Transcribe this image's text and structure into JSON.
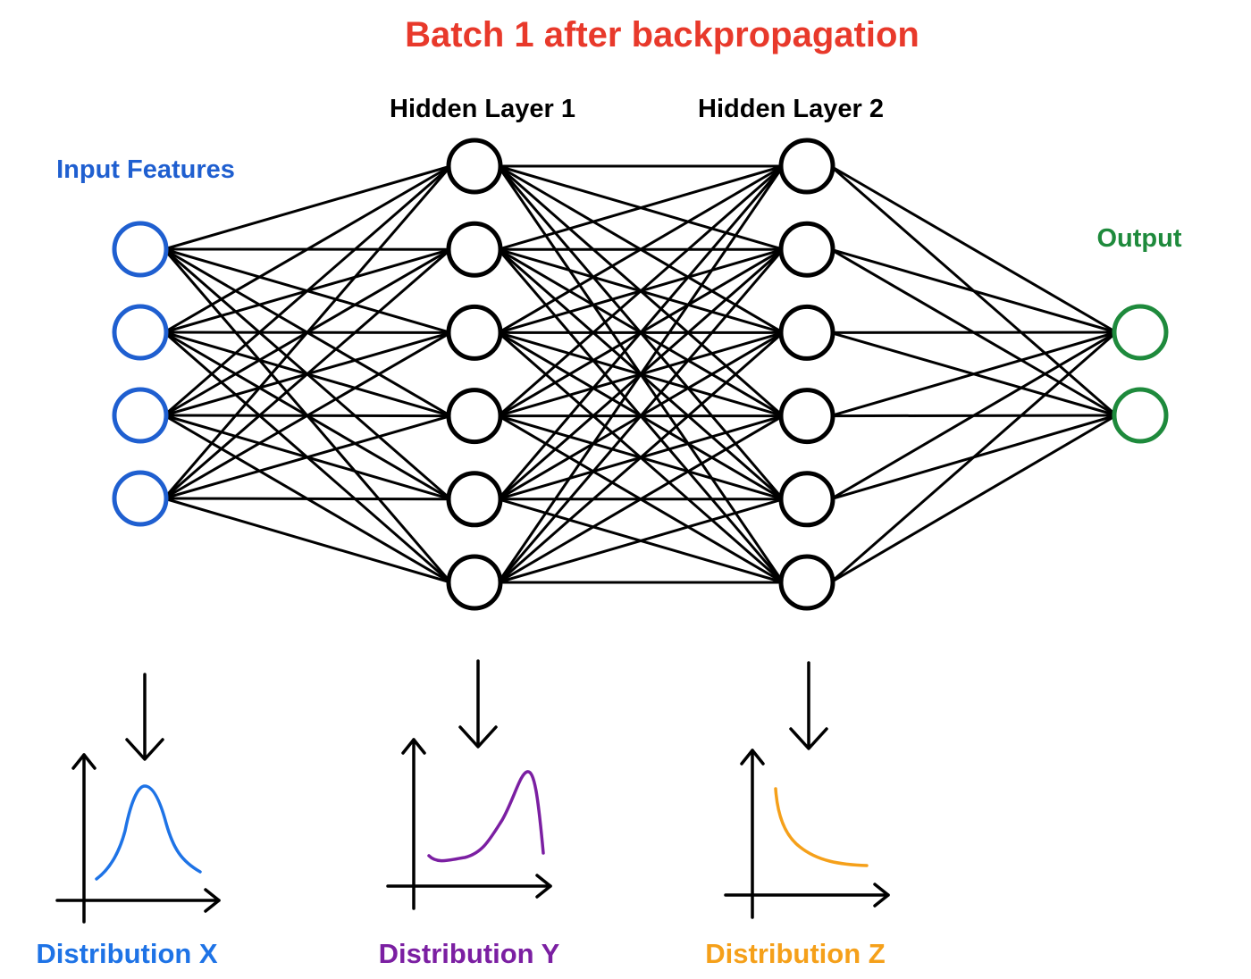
{
  "title": "Batch 1 after backpropagation",
  "layers": {
    "input": {
      "label": "Input Features",
      "node_count": 4
    },
    "hidden1": {
      "label": "Hidden Layer 1",
      "node_count": 6
    },
    "hidden2": {
      "label": "Hidden Layer 2",
      "node_count": 6
    },
    "output": {
      "label": "Output",
      "node_count": 2
    }
  },
  "distributions": {
    "x": {
      "label": "Distribution X",
      "shape": "bell"
    },
    "y": {
      "label": "Distribution Y",
      "shape": "right-skewed-peak"
    },
    "z": {
      "label": "Distribution Z",
      "shape": "decaying"
    }
  },
  "colors": {
    "title": "#E8392B",
    "input": "#1F5FD0",
    "output": "#1E8A3C",
    "hidden": "#000000",
    "dist_x": "#1E73E6",
    "dist_y": "#7B1FA2",
    "dist_z": "#F5A01A"
  }
}
